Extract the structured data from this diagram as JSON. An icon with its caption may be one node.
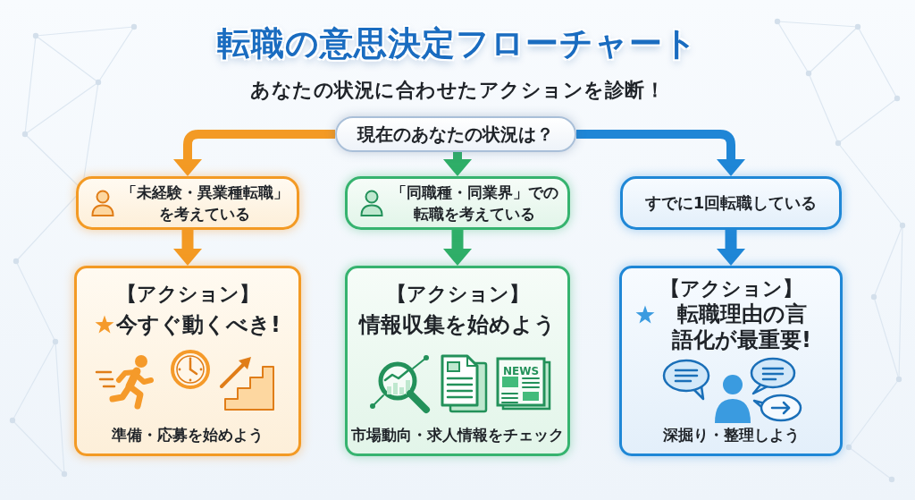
{
  "diagram": {
    "title": "転職の意思決定フローチャート",
    "nodes": [
      {
        "text": [
          "現在のあなたの状況は？"
        ]
      },
      {
        "text": [
          "「未経験・異業種転職」を考えている"
        ]
      },
      {
        "text": [
          "「同職種・同業界」での転職を考えている"
        ]
      },
      {
        "text": [
          "すでに1回転職している"
        ]
      },
      {
        "text": [
          "【アクション】",
          "今すぐ動くべき!",
          "準備・応募を始めよう"
        ]
      },
      {
        "text": [
          "【アクション】",
          "情報収集を始めよう",
          "市場動向・求人情報をチェック"
        ]
      },
      {
        "text": [
          "【アクション】",
          "転職理由の言語化が最重要!",
          "深掘り・整理しよう"
        ]
      }
    ],
    "edges": [
      {
        "from": 0,
        "to": 1,
        "arrow": "to",
        "color": "#f39a24"
      },
      {
        "from": 0,
        "to": 2,
        "arrow": "to",
        "color": "#2fae68"
      },
      {
        "from": 0,
        "to": 3,
        "arrow": "to",
        "color": "#1f86d6"
      },
      {
        "from": 1,
        "to": 4,
        "arrow": "to",
        "color": "#f39a24"
      },
      {
        "from": 2,
        "to": 5,
        "arrow": "to",
        "color": "#2fae68"
      },
      {
        "from": 3,
        "to": 6,
        "arrow": "to",
        "color": "#1f86d6"
      }
    ],
    "labels": [
      "あなたの状況に合わせたアクションを診断！",
      "NEWS"
    ]
  }
}
